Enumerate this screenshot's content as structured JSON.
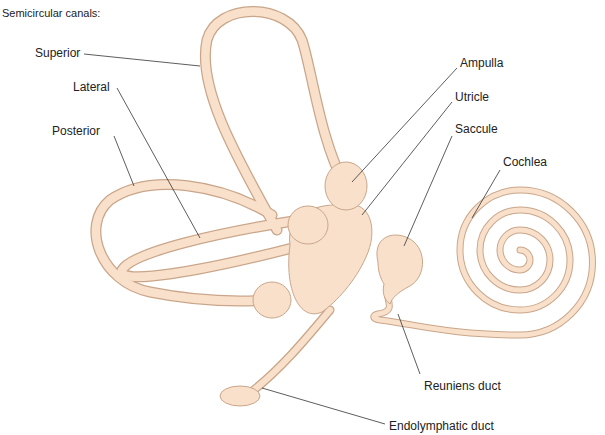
{
  "diagram": {
    "labels": [
      "Semicircular canals:",
      "Superior",
      "Lateral",
      "Posterior",
      "Ampulla",
      "Utricle",
      "Saccule",
      "Cochlea",
      "Reuniens duct",
      "Endolymphatic duct"
    ]
  }
}
